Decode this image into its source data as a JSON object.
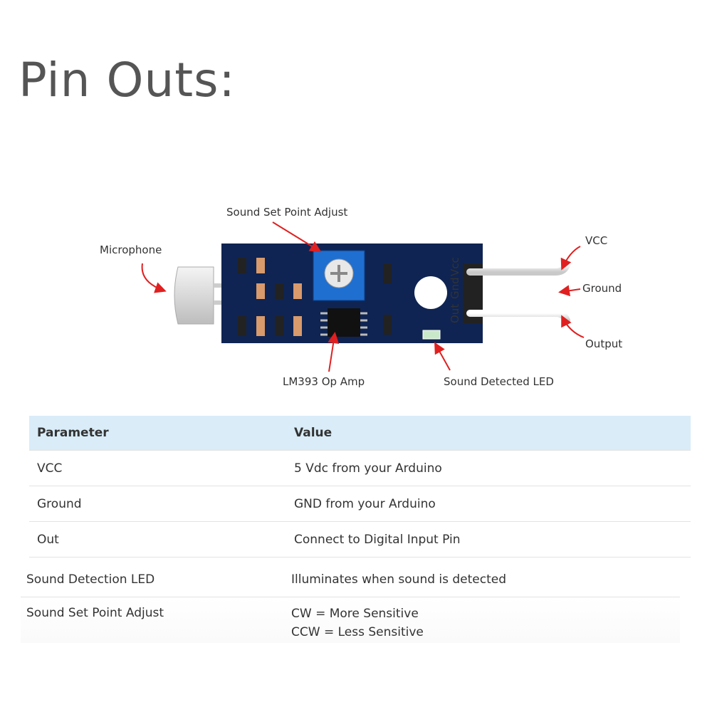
{
  "title": "Pin Outs:",
  "diagram": {
    "labels": {
      "sound_set_point": "Sound Set Point Adjust",
      "microphone": "Microphone",
      "vcc": "VCC",
      "ground": "Ground",
      "output": "Output",
      "lm393": "LM393 Op Amp",
      "sound_led": "Sound Detected LED"
    },
    "pin_labels": [
      "Vcc",
      "Gnd",
      "Out"
    ],
    "colors": {
      "board": "#0f2452",
      "arrow": "#e02020",
      "pot": "#1f6fd0"
    }
  },
  "table": {
    "headers": [
      "Parameter",
      "Value"
    ],
    "rows": [
      [
        "VCC",
        "5 Vdc from your Arduino"
      ],
      [
        "Ground",
        "GND from your Arduino"
      ],
      [
        "Out",
        "Connect to Digital Input Pin"
      ]
    ],
    "header_color": "#d9ecf8"
  },
  "table_extra": {
    "rows": [
      {
        "param": "Sound Detection LED",
        "values": [
          "Illuminates when sound is detected"
        ]
      },
      {
        "param": "Sound Set Point Adjust",
        "values": [
          "CW = More Sensitive",
          "CCW = Less Sensitive"
        ]
      }
    ]
  }
}
